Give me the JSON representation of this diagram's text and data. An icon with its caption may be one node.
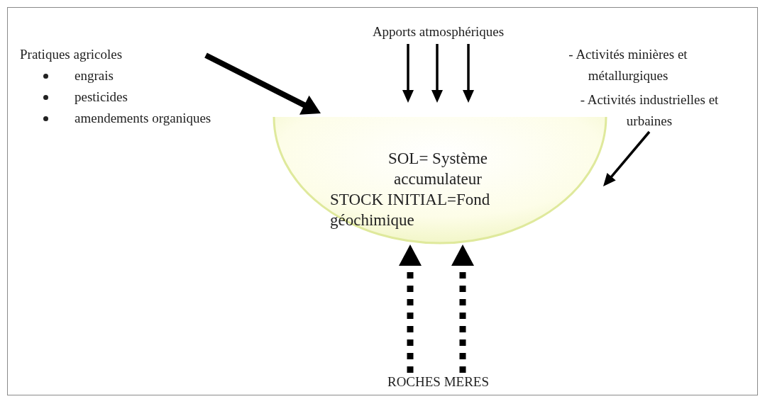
{
  "diagram": {
    "nodes": [
      {
        "text": [
          "Pratiques agricoles",
          "engrais",
          "pesticides",
          "amendements organiques"
        ]
      },
      {
        "text": [
          "Apports atmosphériques"
        ]
      },
      {
        "text": [
          "- Activités minières et métallurgiques",
          "- Activités industrielles et urbaines"
        ]
      },
      {
        "text": [
          "SOL= Système accumulateur",
          "STOCK INITIAL=Fond géochimique"
        ]
      },
      {
        "text": [
          "ROCHES MERES"
        ]
      }
    ],
    "edges": [
      {
        "from": 0,
        "to": 3,
        "arrow": "to",
        "style": "thick"
      },
      {
        "from": 1,
        "to": 3,
        "arrow": "to"
      },
      {
        "from": 1,
        "to": 3,
        "arrow": "to"
      },
      {
        "from": 1,
        "to": 3,
        "arrow": "to"
      },
      {
        "from": 2,
        "to": 3,
        "arrow": "to"
      },
      {
        "from": 4,
        "to": 3,
        "arrow": "to",
        "style": "dashed"
      },
      {
        "from": 4,
        "to": 3,
        "arrow": "to",
        "style": "dashed"
      }
    ]
  }
}
